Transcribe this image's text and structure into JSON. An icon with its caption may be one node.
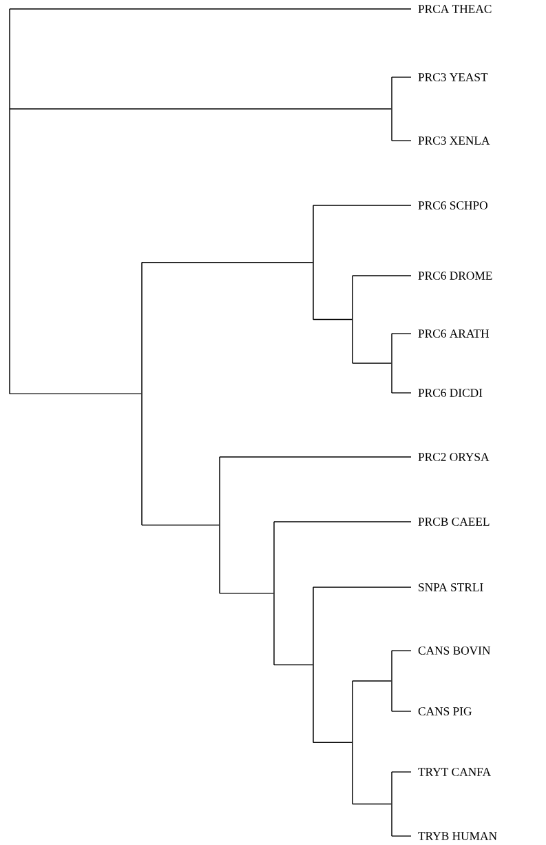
{
  "diagram": {
    "nodes": [
      {
        "text": [
          "PRCA THEAC"
        ]
      },
      {
        "text": [
          "PRC3 YEAST"
        ]
      },
      {
        "text": [
          "PRC3 XENLA"
        ]
      },
      {
        "text": [
          "PRC6 SCHPO"
        ]
      },
      {
        "text": [
          "PRC6 DROME"
        ]
      },
      {
        "text": [
          "PRC6 ARATH"
        ]
      },
      {
        "text": [
          "PRC6 DICDI"
        ]
      },
      {
        "text": [
          "PRC2 ORYSA"
        ]
      },
      {
        "text": [
          "PRCB CAEEL"
        ]
      },
      {
        "text": [
          "SNPA STRLI"
        ]
      },
      {
        "text": [
          "CANS BOVIN"
        ]
      },
      {
        "text": [
          "CANS PIG"
        ]
      },
      {
        "text": [
          "TRYT CANFA"
        ]
      },
      {
        "text": [
          "TRYB HUMAN"
        ]
      },
      {
        "text": [],
        "shape": "bar"
      },
      {
        "text": [],
        "shape": "bar"
      },
      {
        "text": [],
        "shape": "bar"
      },
      {
        "text": [],
        "shape": "bar"
      },
      {
        "text": [],
        "shape": "bar"
      },
      {
        "text": [],
        "shape": "bar"
      },
      {
        "text": [],
        "shape": "bar"
      },
      {
        "text": [],
        "shape": "bar"
      },
      {
        "text": [],
        "shape": "bar"
      },
      {
        "text": [],
        "shape": "bar"
      },
      {
        "text": [],
        "shape": "bar"
      },
      {
        "text": [],
        "shape": "bar"
      }
    ],
    "edges": [
      {
        "from": 14,
        "to": 0,
        "arrow": "none"
      },
      {
        "from": 14,
        "to": 22,
        "arrow": "none"
      },
      {
        "from": 14,
        "to": 15,
        "arrow": "none"
      },
      {
        "from": 15,
        "to": 18,
        "arrow": "none"
      },
      {
        "from": 15,
        "to": 16,
        "arrow": "none"
      },
      {
        "from": 16,
        "to": 7,
        "arrow": "none"
      },
      {
        "from": 16,
        "to": 17,
        "arrow": "none"
      },
      {
        "from": 17,
        "to": 8,
        "arrow": "none"
      },
      {
        "from": 17,
        "to": 19,
        "arrow": "none"
      },
      {
        "from": 18,
        "to": 3,
        "arrow": "none"
      },
      {
        "from": 18,
        "to": 20,
        "arrow": "none"
      },
      {
        "from": 19,
        "to": 9,
        "arrow": "none"
      },
      {
        "from": 19,
        "to": 21,
        "arrow": "none"
      },
      {
        "from": 20,
        "to": 4,
        "arrow": "none"
      },
      {
        "from": 20,
        "to": 23,
        "arrow": "none"
      },
      {
        "from": 21,
        "to": 24,
        "arrow": "none"
      },
      {
        "from": 21,
        "to": 25,
        "arrow": "none"
      },
      {
        "from": 22,
        "to": 1,
        "arrow": "none"
      },
      {
        "from": 22,
        "to": 2,
        "arrow": "none"
      },
      {
        "from": 23,
        "to": 5,
        "arrow": "none"
      },
      {
        "from": 23,
        "to": 6,
        "arrow": "none"
      },
      {
        "from": 24,
        "to": 10,
        "arrow": "none"
      },
      {
        "from": 24,
        "to": 11,
        "arrow": "none"
      },
      {
        "from": 25,
        "to": 12,
        "arrow": "none"
      },
      {
        "from": 25,
        "to": 13,
        "arrow": "none"
      }
    ]
  }
}
